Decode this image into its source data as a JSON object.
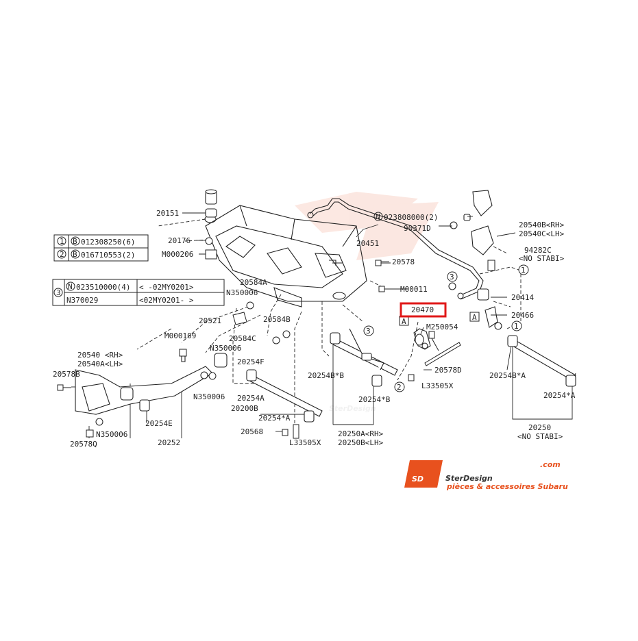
{
  "diagram": {
    "labels": {
      "p20151": "20151",
      "p20176": "20176",
      "pM000206": "M000206",
      "p20451": "20451",
      "pN023808000": "023808000(2)",
      "p90371D": "90371D",
      "p20540B": "20540B<RH>",
      "p20540C": "20540C<LH>",
      "p94282C": "94282C",
      "noStabi1": "<NO STABI>",
      "p20578": "20578",
      "pM00011": "M00011",
      "p20584A": "20584A",
      "pN350006a": "N350006",
      "p20414": "20414",
      "p20470": "20470",
      "p20466": "20466",
      "pM250054": "M250054",
      "p20521": "20521",
      "p20584B": "20584B",
      "p20584C": "20584C",
      "pN350006b": "N350006",
      "pM000109": "M000109",
      "p20254F": "20254F",
      "p20540": "20540 <RH>",
      "p20540A": "20540A<LH>",
      "p20578B": "20578B",
      "p20254BxB": "20254B*B",
      "p20578D": "20578D",
      "pL33505Xa": "L33505X",
      "p20254BxA": "20254B*A",
      "pN350006c": "N350006",
      "p20254A": "20254A",
      "p20254xB": "20254*B",
      "p20254xA_r": "20254*A",
      "p20200B": "20200B",
      "p20254xA": "20254*A",
      "p20254E": "20254E",
      "pN350006d": "N350006",
      "p20578Q": "20578Q",
      "p20252": "20252",
      "p20568": "20568",
      "pL33505Xb": "L33505X",
      "p20250A": "20250A<RH>",
      "p20250B": "20250B<LH>",
      "p20250": "20250",
      "noStabi2": "<NO STABI>"
    },
    "highlight_color": "#e01818",
    "marker_A": "A"
  },
  "legend": {
    "row1": {
      "num": "1",
      "badge": "B",
      "part": "012308250(6)"
    },
    "row2": {
      "num": "2",
      "badge": "B",
      "part": "016710553(2)"
    },
    "row3": {
      "num": "3",
      "r1_badge": "N",
      "r1_part": "023510000(4)",
      "r1_range": "<  -02MY0201>",
      "r2_part": "N370029",
      "r2_range": "<02MY0201-  >"
    }
  },
  "brand": {
    "logo_letters": "SD",
    "name": "SterDesign",
    "dotcom": ".com",
    "tagline": "pièces & accessoires Subaru",
    "orange": "#e8511e",
    "watermark_text": "SterDesign"
  }
}
